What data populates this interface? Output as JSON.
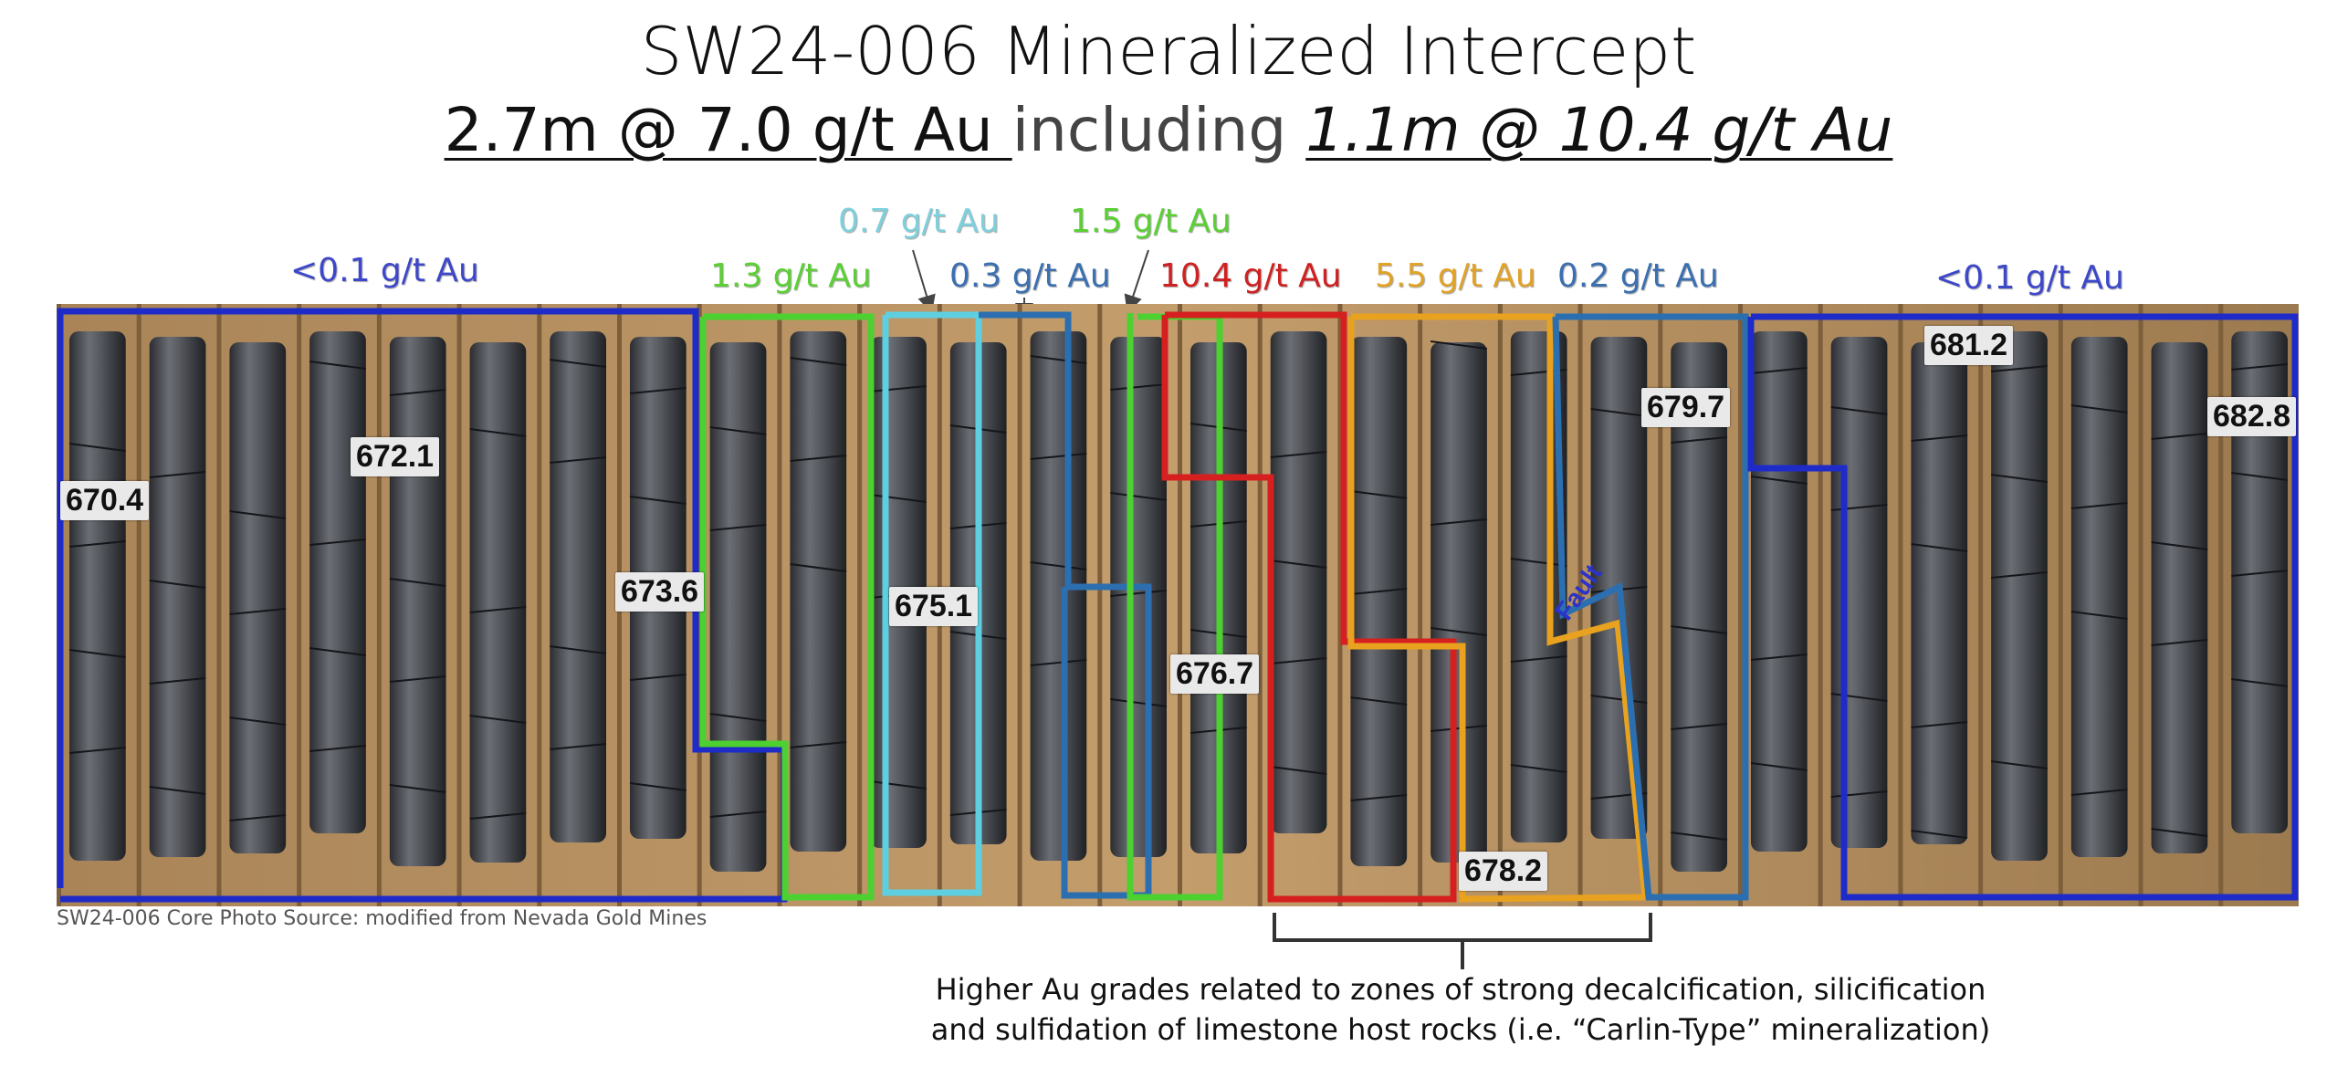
{
  "title": "SW24-006 Mineralized Intercept",
  "subtitle": {
    "part1": "2.7m @ 7.0 g/t Au ",
    "part2": "including ",
    "part3": "1.1m @ 10.4 g/t Au"
  },
  "grade_labels": {
    "left_low": "<0.1 g/t Au",
    "g13": "1.3 g/t Au",
    "g07": "0.7 g/t Au",
    "g03": "0.3 g/t Au",
    "g15": "1.5 g/t Au",
    "g104": "10.4 g/t Au",
    "g55": "5.5 g/t Au",
    "g02": "0.2 g/t Au",
    "right_low": "<0.1 g/t Au"
  },
  "depth_labels": {
    "d6704": "670.4",
    "d6721": "672.1",
    "d6736": "673.6",
    "d6751": "675.1",
    "d6767": "676.7",
    "d6782": "678.2",
    "d6797": "679.7",
    "d6812": "681.2",
    "d6828": "682.8"
  },
  "fault_label": "Fault",
  "source": "SW24-006 Core Photo Source: modified from Nevada Gold Mines",
  "caption": {
    "line1": "Higher Au grades related to zones of strong decalcification, silicification",
    "line2": "and sulfidation of limestone host rocks (i.e. “Carlin-Type” mineralization)"
  },
  "colors": {
    "blue_low": "#1f2bc9",
    "green": "#4cd130",
    "cyan": "#5ecfe0",
    "steel_blue": "#2c6fb0",
    "red": "#d61f1f",
    "orange": "#e8a21f"
  }
}
